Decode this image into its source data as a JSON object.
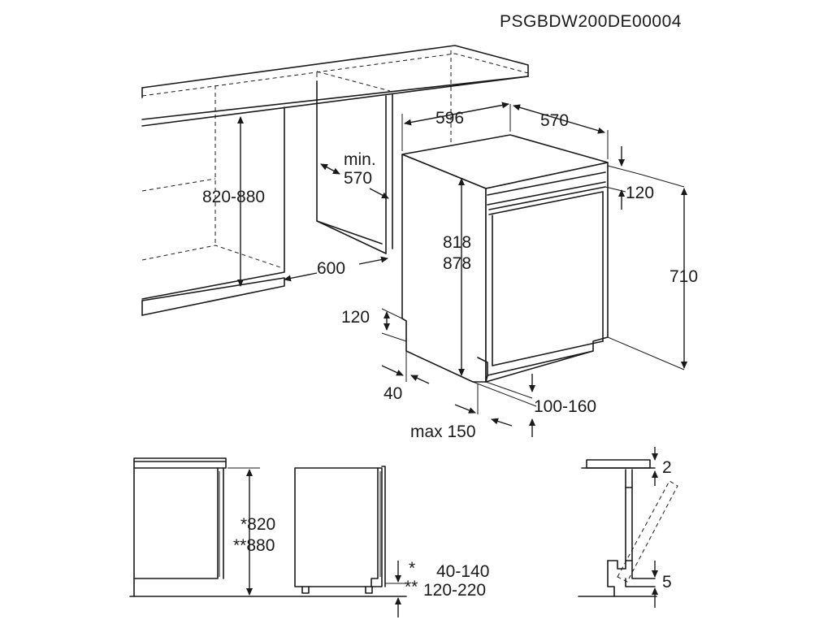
{
  "drawing_code": "PSGBDW200DE00004",
  "dimensions": {
    "width": "596",
    "depth": "570",
    "niche_height": "820-880",
    "niche_width_min_label": "min.",
    "niche_width_min_value": "570",
    "niche_depth": "600",
    "appliance_height_a": "818",
    "appliance_height_b": "878",
    "top_gap": "120",
    "door_height": "710",
    "plinth_height": "120",
    "plinth_recess": "40",
    "plinth_offset": "100-160",
    "plinth_max": "max 150"
  },
  "side_view": {
    "height_a": "*820",
    "height_b": "**880",
    "plinth_a_mark": "*",
    "plinth_a_value": "40-140",
    "plinth_b_mark": "**",
    "plinth_b_value": "120-220"
  },
  "detail": {
    "top_clearance": "2",
    "bottom_clearance": "5"
  }
}
